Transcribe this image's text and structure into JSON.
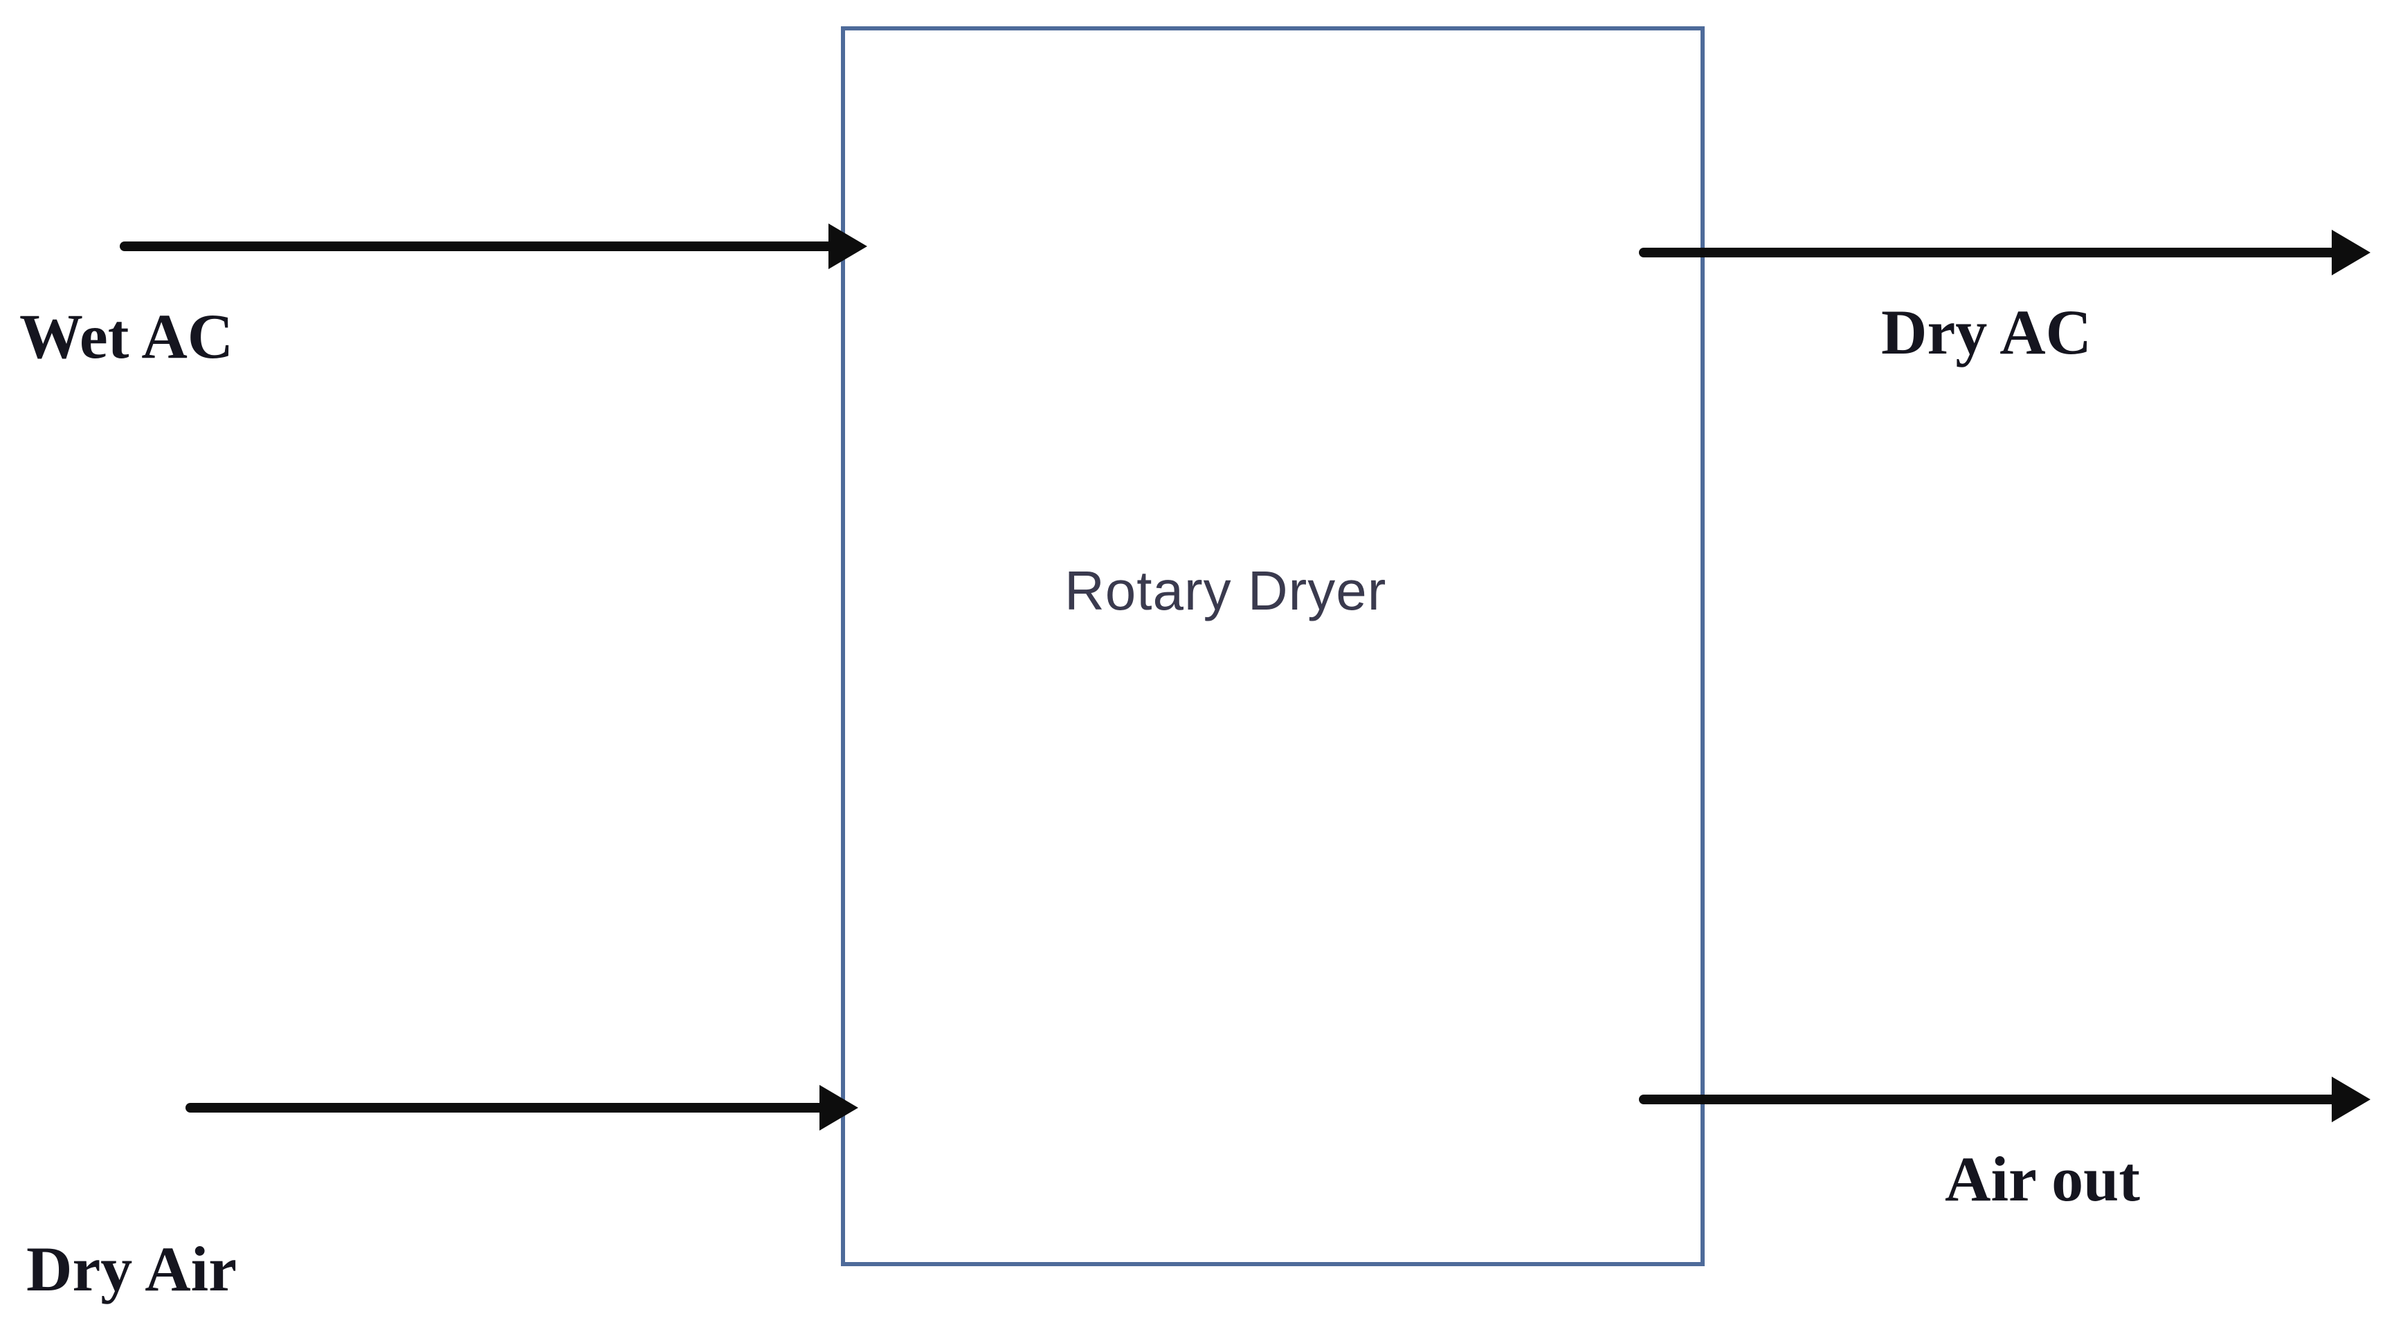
{
  "box": {
    "label": "Rotary Dryer"
  },
  "streams": [
    {
      "id": "wet-ac",
      "label": "Wet AC",
      "direction": "in",
      "position": "top-left"
    },
    {
      "id": "dry-air",
      "label": "Dry Air",
      "direction": "in",
      "position": "bottom-left"
    },
    {
      "id": "dry-ac",
      "label": "Dry AC",
      "direction": "out",
      "position": "top-right"
    },
    {
      "id": "air-out",
      "label": "Air out",
      "direction": "out",
      "position": "bottom-right"
    }
  ],
  "colors": {
    "background": "#ffffff",
    "box_border": "#4e6b9a",
    "arrow": "#0d0d0d",
    "stream_label": "#15151f",
    "box_label": "#3a3a4e"
  }
}
